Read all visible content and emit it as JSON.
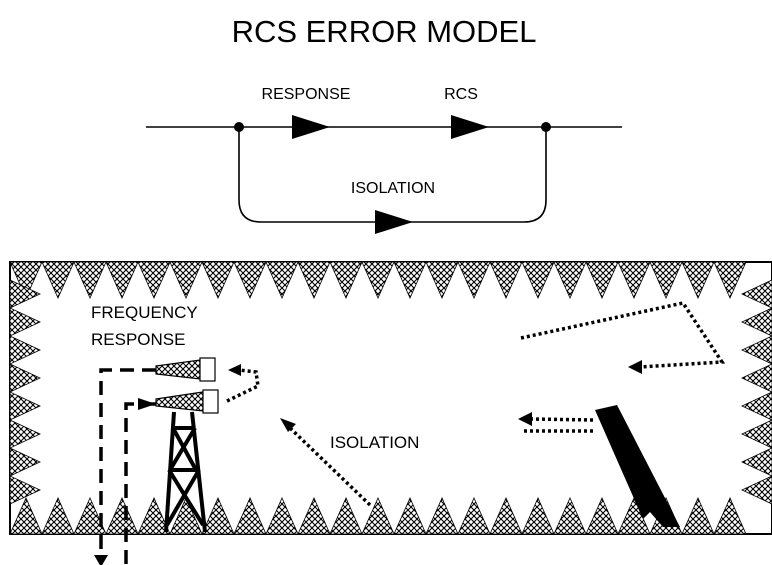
{
  "title": "RCS ERROR MODEL",
  "flow_diagram": {
    "label_response": "RESPONSE",
    "label_rcs": "RCS",
    "label_isolation": "ISOLATION"
  },
  "chamber": {
    "label_frequency_response": [
      "FREQUENCY",
      "RESPONSE"
    ],
    "label_isolation": "ISOLATION",
    "absorber_pattern": "cross-hatch",
    "components": [
      "anechoic-chamber",
      "absorber-cones",
      "horn-antennas",
      "antenna-tower",
      "target",
      "signal-paths"
    ]
  }
}
